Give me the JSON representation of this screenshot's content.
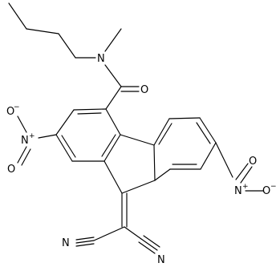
{
  "diagram": {
    "type": "skeletal-chemical-structure",
    "atom_labels": {
      "amide_nitrogen": "N",
      "carbonyl_oxygen": "O",
      "nitro_left_nitrogen": "N",
      "nitro_left_oxygen_upper": "O",
      "nitro_left_oxygen_lower": "O",
      "nitro_right_nitrogen": "N",
      "nitro_right_oxygen_upper": "O",
      "nitro_right_oxygen_right": "O",
      "nitrile_left_nitrogen": "N",
      "nitrile_right_nitrogen": "N"
    },
    "charges": {
      "nitro_left_nitrogen": "+",
      "nitro_left_oxygen_upper": "−",
      "nitro_right_nitrogen": "+",
      "nitro_right_oxygen_right": "−"
    }
  }
}
